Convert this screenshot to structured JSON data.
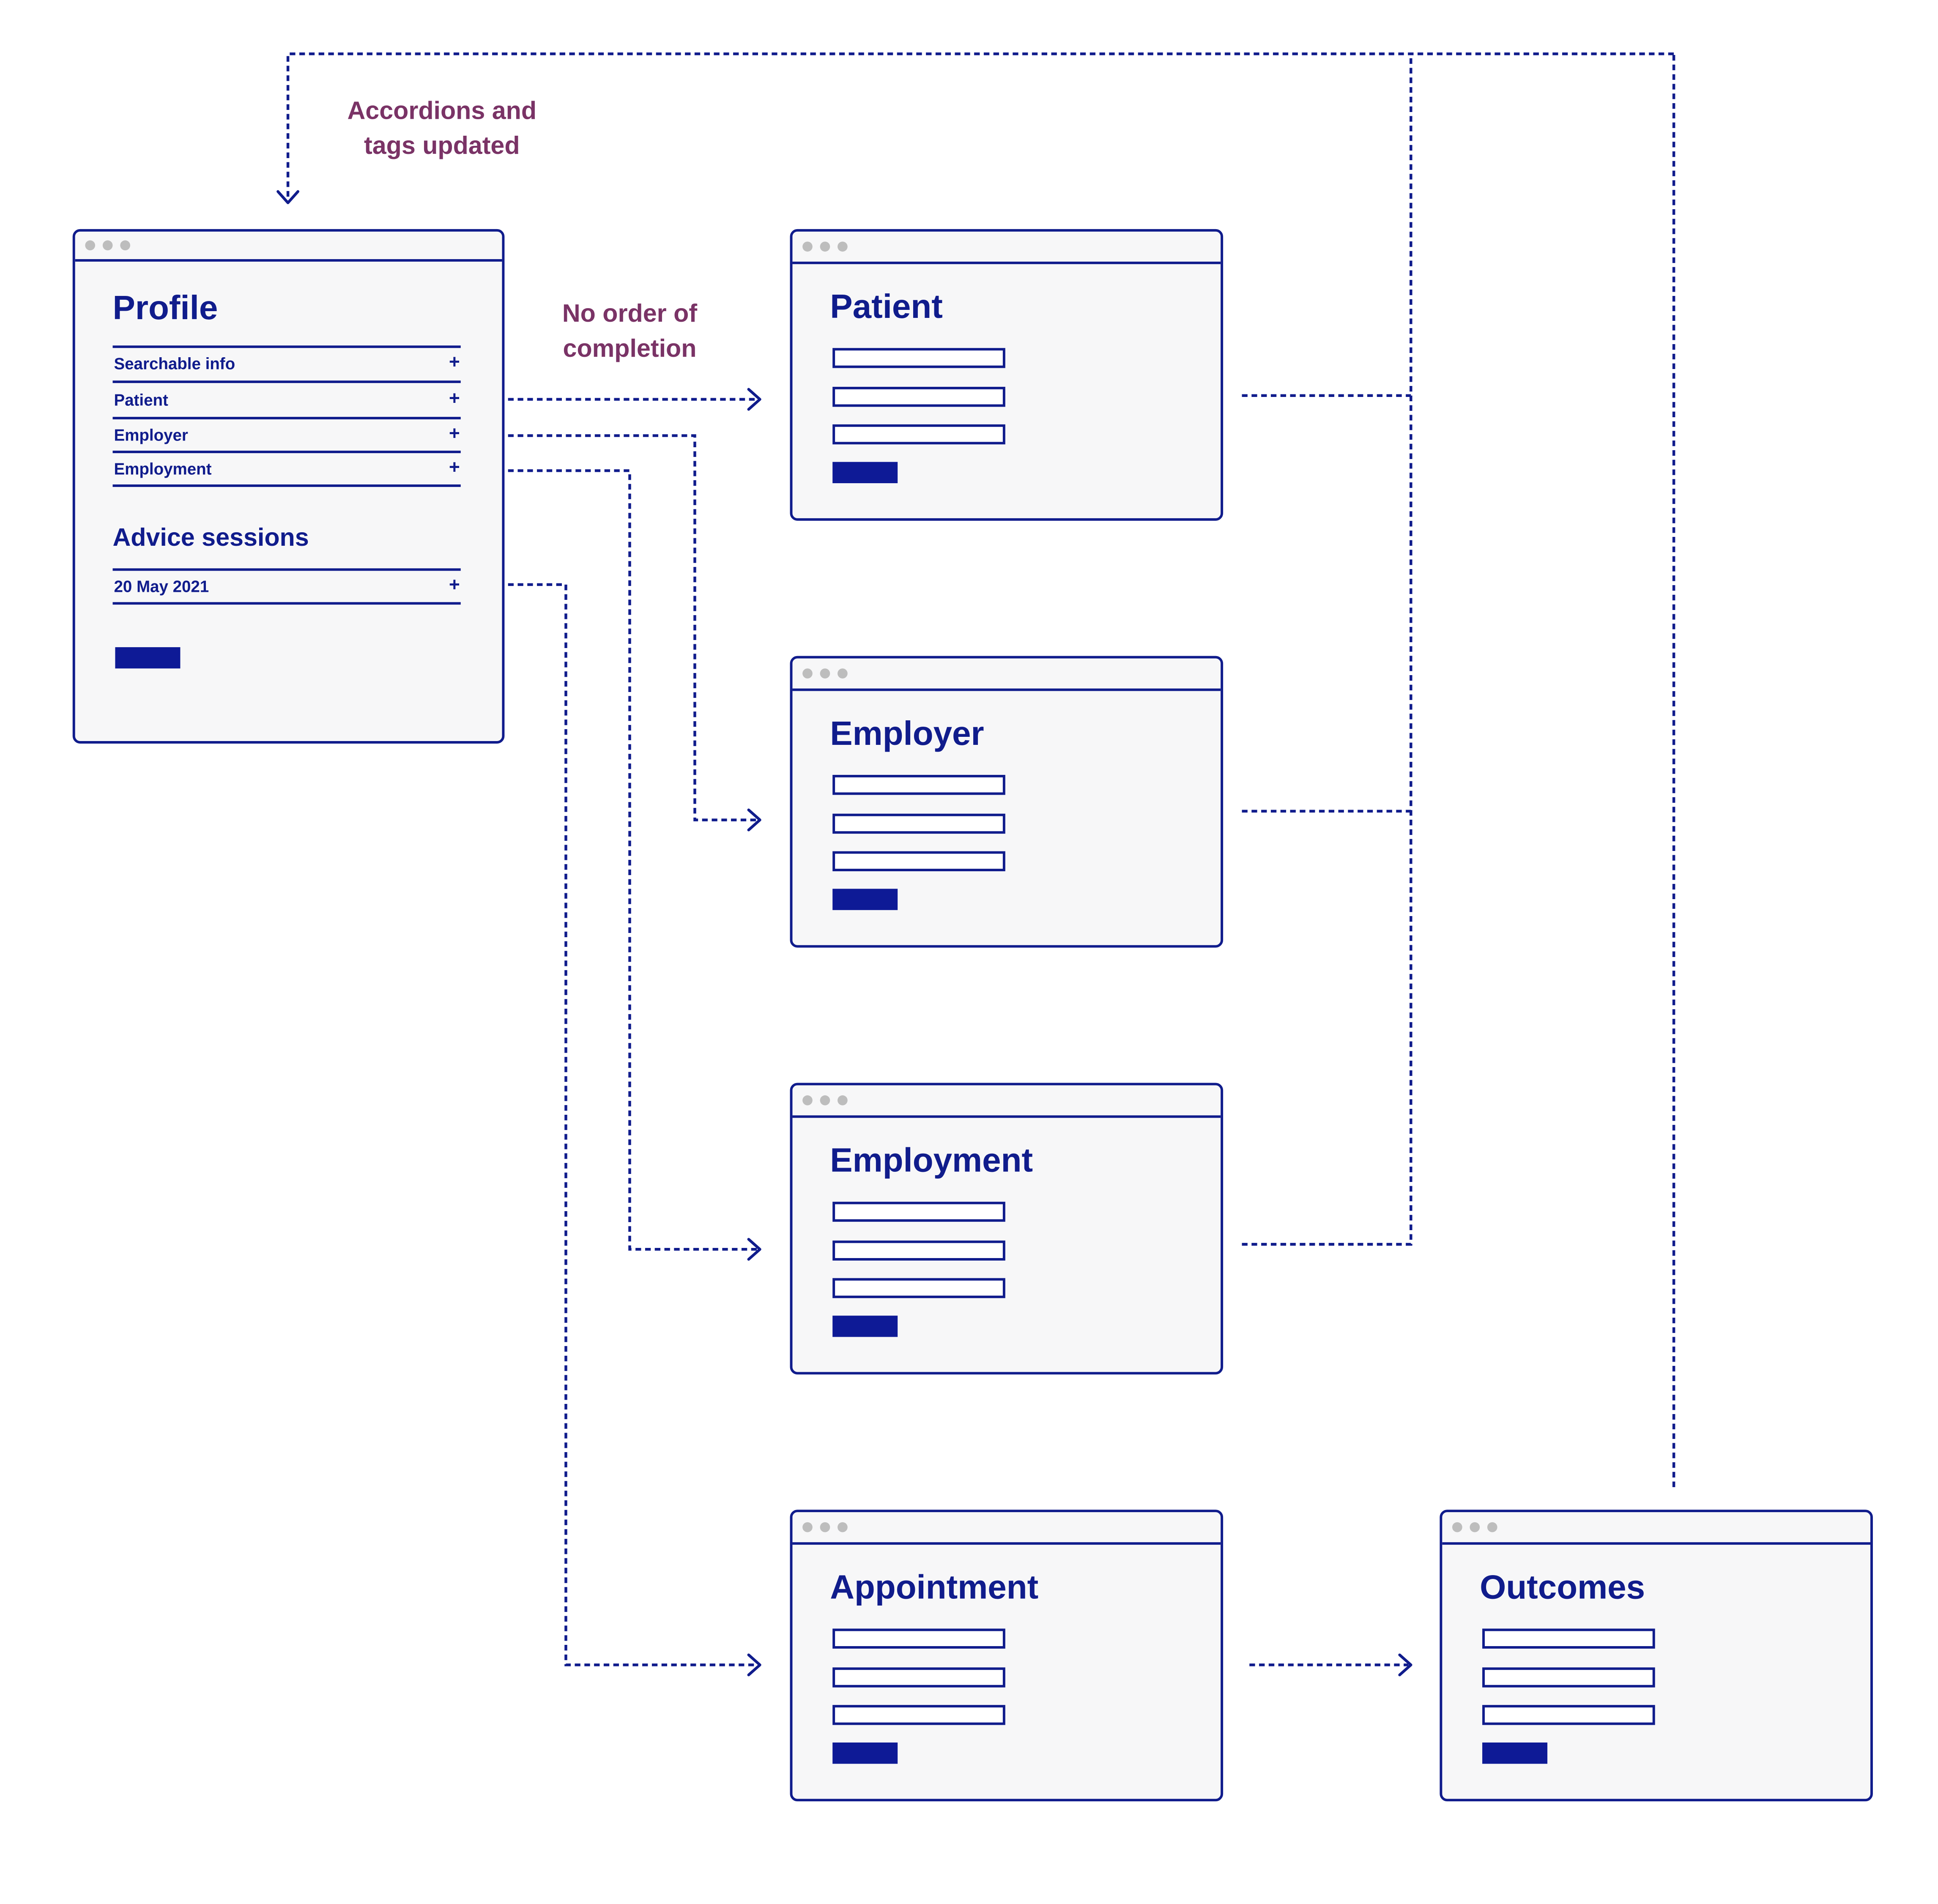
{
  "notes": {
    "accordions_updated": [
      "Accordions and",
      "tags updated"
    ],
    "no_order": [
      "No order of",
      "completion"
    ]
  },
  "profile": {
    "title": "Profile",
    "accordion_items": [
      {
        "label": "Searchable info",
        "toggle": "+"
      },
      {
        "label": "Patient",
        "toggle": "+"
      },
      {
        "label": "Employer",
        "toggle": "+"
      },
      {
        "label": "Employment",
        "toggle": "+"
      }
    ],
    "advice_title": "Advice sessions",
    "advice_items": [
      {
        "label": "20 May 2021",
        "toggle": "+"
      }
    ]
  },
  "forms": {
    "patient": {
      "title": "Patient"
    },
    "employer": {
      "title": "Employer"
    },
    "employment": {
      "title": "Employment"
    },
    "appointment": {
      "title": "Appointment"
    },
    "outcomes": {
      "title": "Outcomes"
    }
  },
  "colors": {
    "navy": "#101c8c",
    "button": "#0e1a96",
    "annotation": "#7a3366",
    "window_bg": "#f7f7f8",
    "traffic_dot": "#bdbdbd"
  },
  "icons": {
    "toggle": "plus-icon",
    "connector_end": "arrow-right-icon",
    "loop_end": "arrow-down-icon"
  }
}
